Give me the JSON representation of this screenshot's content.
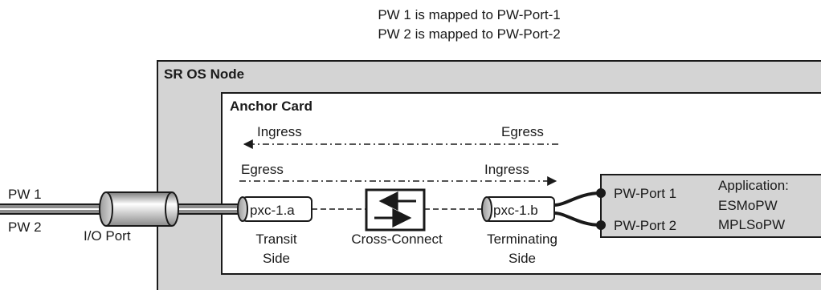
{
  "mapping_notes": {
    "line1": "PW 1 is mapped to PW-Port-1",
    "line2": "PW 2 is mapped to PW-Port-2"
  },
  "node": {
    "title": "SR OS Node"
  },
  "card": {
    "title": "Anchor Card"
  },
  "flows": {
    "top_left": "Ingress",
    "top_right": "Egress",
    "bottom_left": "Egress",
    "bottom_right": "Ingress"
  },
  "pseudowires": {
    "pw1": "PW 1",
    "pw2": "PW 2"
  },
  "io_port": {
    "label": "I/O Port"
  },
  "pxc_a": {
    "label": "pxc-1.a",
    "side_line1": "Transit",
    "side_line2": "Side"
  },
  "cross_connect": {
    "label": "Cross-Connect"
  },
  "pxc_b": {
    "label": "pxc-1.b",
    "side_line1": "Terminating",
    "side_line2": "Side"
  },
  "pw_ports": {
    "port1": "PW-Port 1",
    "port2": "PW-Port 2"
  },
  "application": {
    "line1": "Application:",
    "line2": "ESMoPW",
    "line3": "MPLSoPW"
  },
  "colors": {
    "node_fill": "#d4d4d4",
    "card_fill": "#ffffff",
    "stroke": "#1a1a1a",
    "cable_gray": "#8c8c8c",
    "app_box_fill": "#d4d4d4"
  }
}
